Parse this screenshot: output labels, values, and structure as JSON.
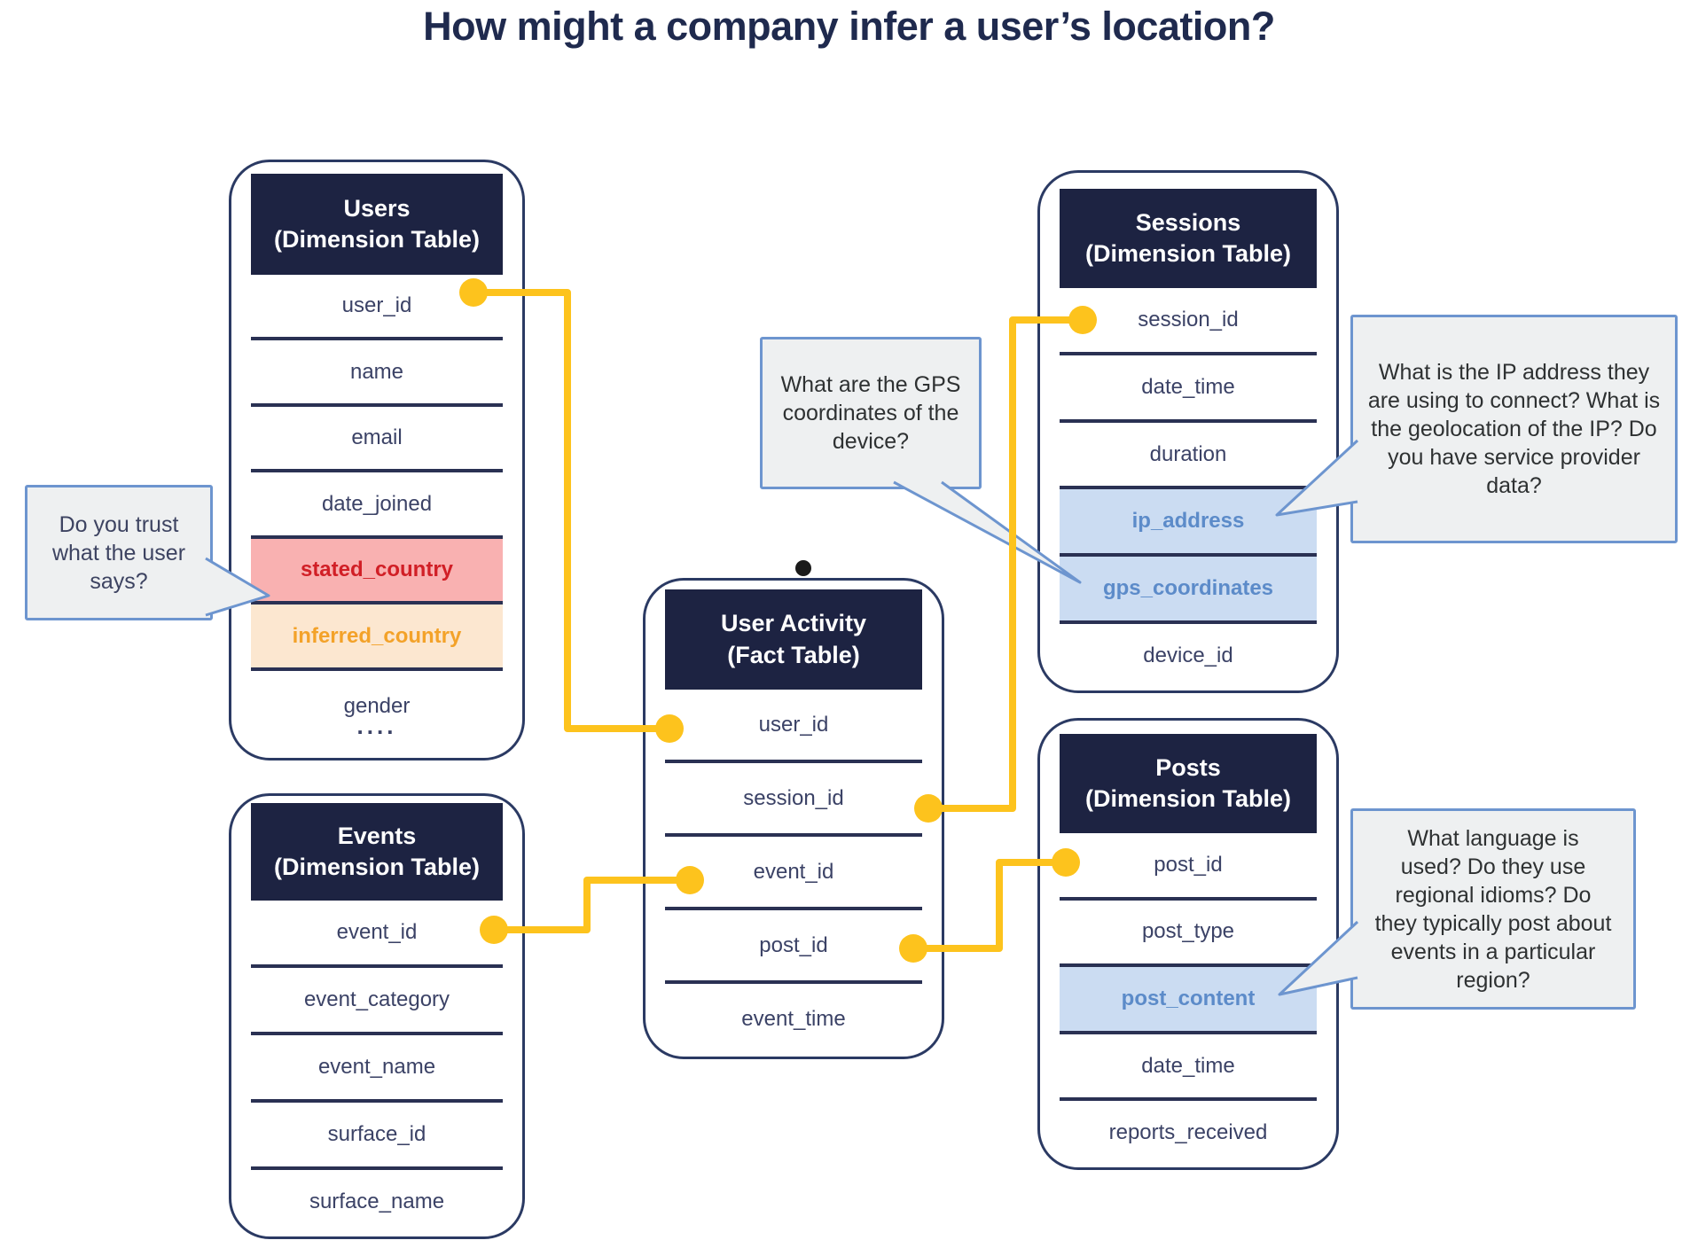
{
  "title": "How might a company infer a user’s location?",
  "tables": {
    "users": {
      "title": "Users",
      "subtitle": "(Dimension Table)",
      "fields": [
        "user_id",
        "name",
        "email",
        "date_joined",
        "stated_country",
        "inferred_country",
        "gender"
      ],
      "ellipsis": "....",
      "highlights": {
        "stated_country": "red",
        "inferred_country": "orange"
      }
    },
    "sessions": {
      "title": "Sessions",
      "subtitle": "(Dimension Table)",
      "fields": [
        "session_id",
        "date_time",
        "duration",
        "ip_address",
        "gps_coordinates",
        "device_id"
      ],
      "highlights": {
        "ip_address": "blue",
        "gps_coordinates": "blue"
      }
    },
    "user_activity": {
      "title": "User Activity",
      "subtitle": "(Fact Table)",
      "fields": [
        "user_id",
        "session_id",
        "event_id",
        "post_id",
        "event_time"
      ],
      "highlights": {}
    },
    "events": {
      "title": "Events",
      "subtitle": "(Dimension Table)",
      "fields": [
        "event_id",
        "event_category",
        "event_name",
        "surface_id",
        "surface_name"
      ],
      "highlights": {}
    },
    "posts": {
      "title": "Posts",
      "subtitle": "(Dimension Table)",
      "fields": [
        "post_id",
        "post_type",
        "post_content",
        "date_time",
        "reports_received"
      ],
      "highlights": {
        "post_content": "blue"
      }
    }
  },
  "callouts": {
    "trust": {
      "text": "Do you trust what the user says?"
    },
    "gps": {
      "text": "What are the GPS coordinates of the device?"
    },
    "ip": {
      "text": "What is the IP address they are using to connect? What is the geolocation of the IP? Do you have service provider data?"
    },
    "language": {
      "text": "What language is used? Do they use regional idioms? Do they typically post about events in a particular region?"
    }
  },
  "colors": {
    "title_text": "#1f2a4e",
    "header_bg": "#1d2342",
    "header_text": "#ffffff",
    "table_border": "#2b3a63",
    "divider": "#2a3153",
    "field_text": "#3b4266",
    "red_text": "#d11f26",
    "red_bg": "#f9b1b1",
    "orange_text": "#f3a229",
    "orange_bg": "#fce7d0",
    "blue_text": "#5c8bc9",
    "blue_bg": "#cbdcf2",
    "connector_yellow": "#fdc31d",
    "callout_border": "#6d95cf",
    "callout_bg": "#eef0f1",
    "anchor_dot": "#1a1a1a"
  }
}
